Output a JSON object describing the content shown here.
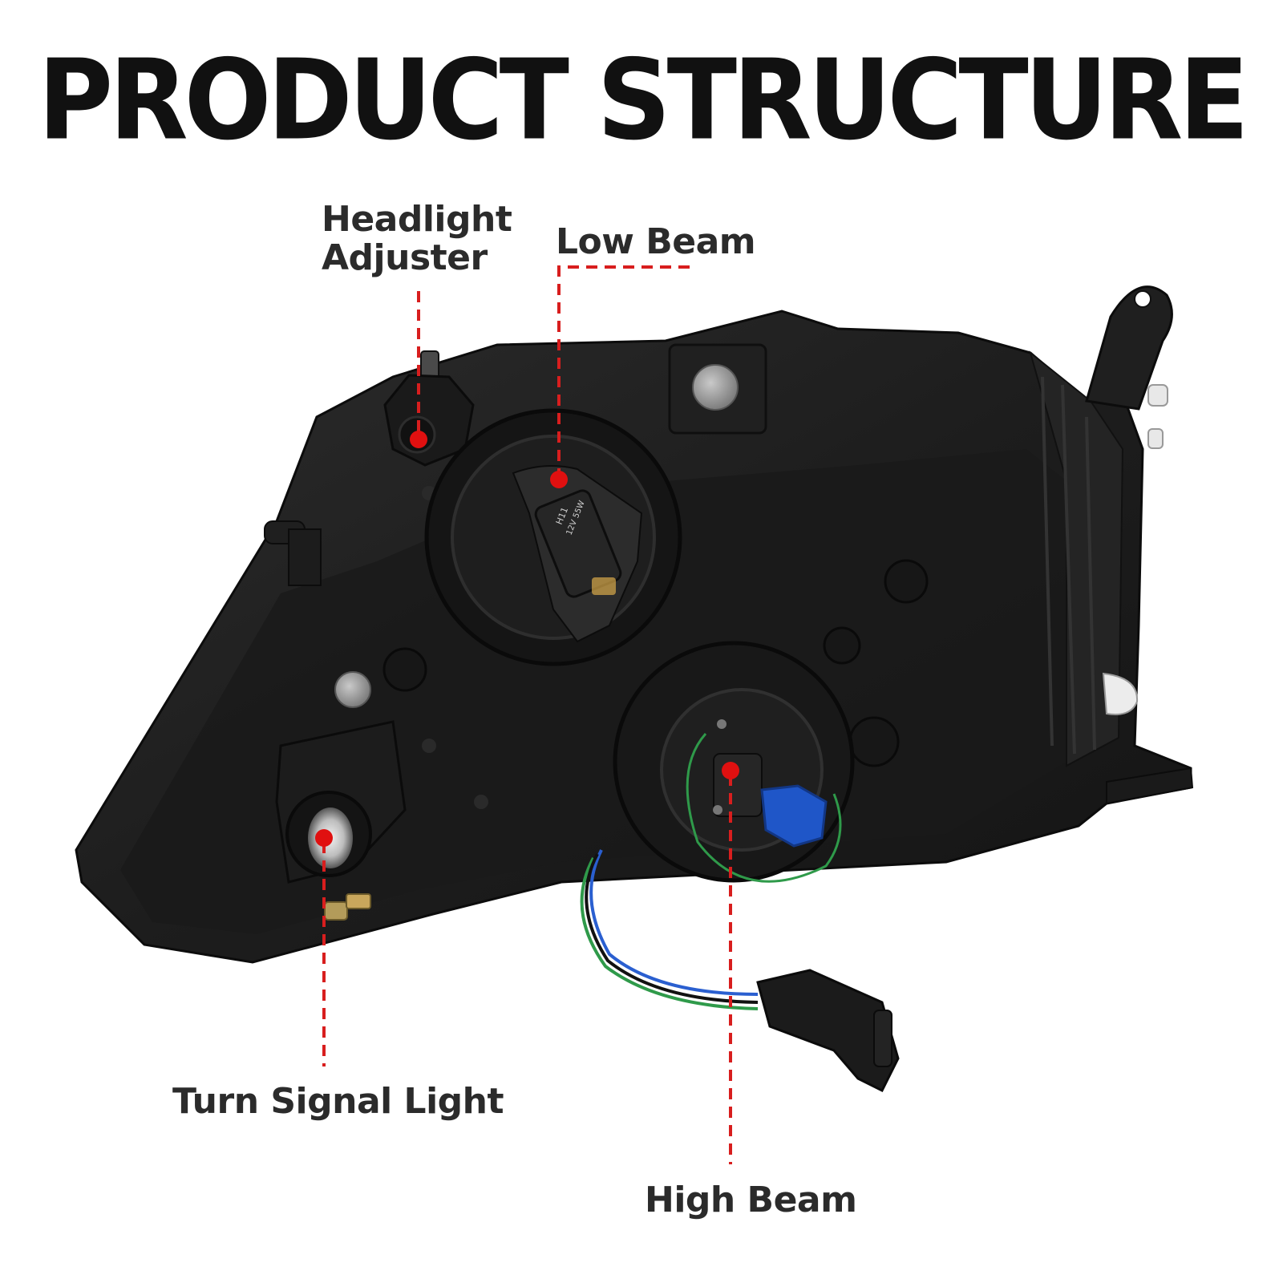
{
  "title": "PRODUCT STRUCTURE",
  "callouts": {
    "headlight_adjuster": {
      "line1": "Headlight",
      "line2": "Adjuster"
    },
    "low_beam": "Low Beam",
    "turn_signal_light": "Turn Signal Light",
    "high_beam": "High Beam"
  },
  "bulb_markings": {
    "low_beam_bulb": "H11",
    "low_beam_rating": "12V 55W"
  },
  "colors": {
    "background": "#ffffff",
    "title": "#111111",
    "label_text": "#2b2b2b",
    "leader_line": "#d81e1e",
    "marker_dot": "#e01010",
    "housing_dark": "#1c1c1c",
    "housing_mid": "#2a2a2a",
    "connector_blue": "#1f56c8",
    "wire_blue": "#2a5fd0",
    "wire_green": "#2f9a4a"
  }
}
